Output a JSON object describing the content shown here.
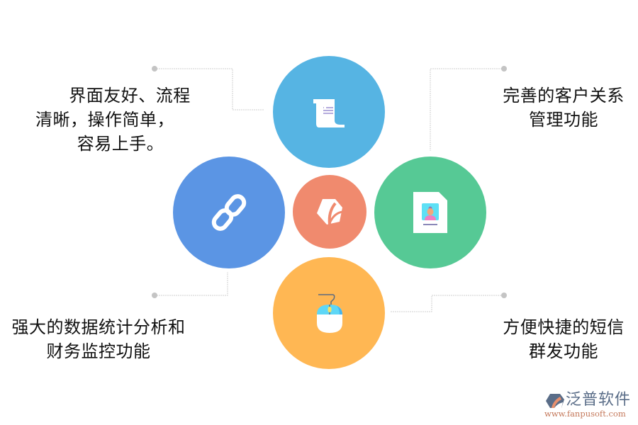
{
  "diagram": {
    "center": {
      "name": "brand-logo",
      "color": "#f08a6e",
      "icon": "hexagon-leaf-icon"
    },
    "nodes": [
      {
        "id": "top",
        "color": "#56b4e3",
        "icon": "scroll-document-icon"
      },
      {
        "id": "left",
        "color": "#5b95e4",
        "icon": "chain-link-icon"
      },
      {
        "id": "right",
        "color": "#56c995",
        "icon": "id-card-profile-icon"
      },
      {
        "id": "bottom",
        "color": "#ffb753",
        "icon": "computer-mouse-icon"
      }
    ],
    "labels": {
      "top_left": {
        "line1": "界面友好、流程",
        "line2": "清晰，操作简单，",
        "line3": "容易上手。"
      },
      "top_right": {
        "line1": "完善的客户关系",
        "line2": "管理功能"
      },
      "bottom_left": {
        "line1": "强大的数据统计分析和",
        "line2": "财务监控功能"
      },
      "bottom_right": {
        "line1": "方便快捷的短信",
        "line2": "群发功能"
      }
    },
    "connector_color": "#c8c8c8"
  },
  "watermark": {
    "brand": "泛普软件",
    "url": "www.fanpusoft.com",
    "icon": "fanpu-logo-icon"
  }
}
